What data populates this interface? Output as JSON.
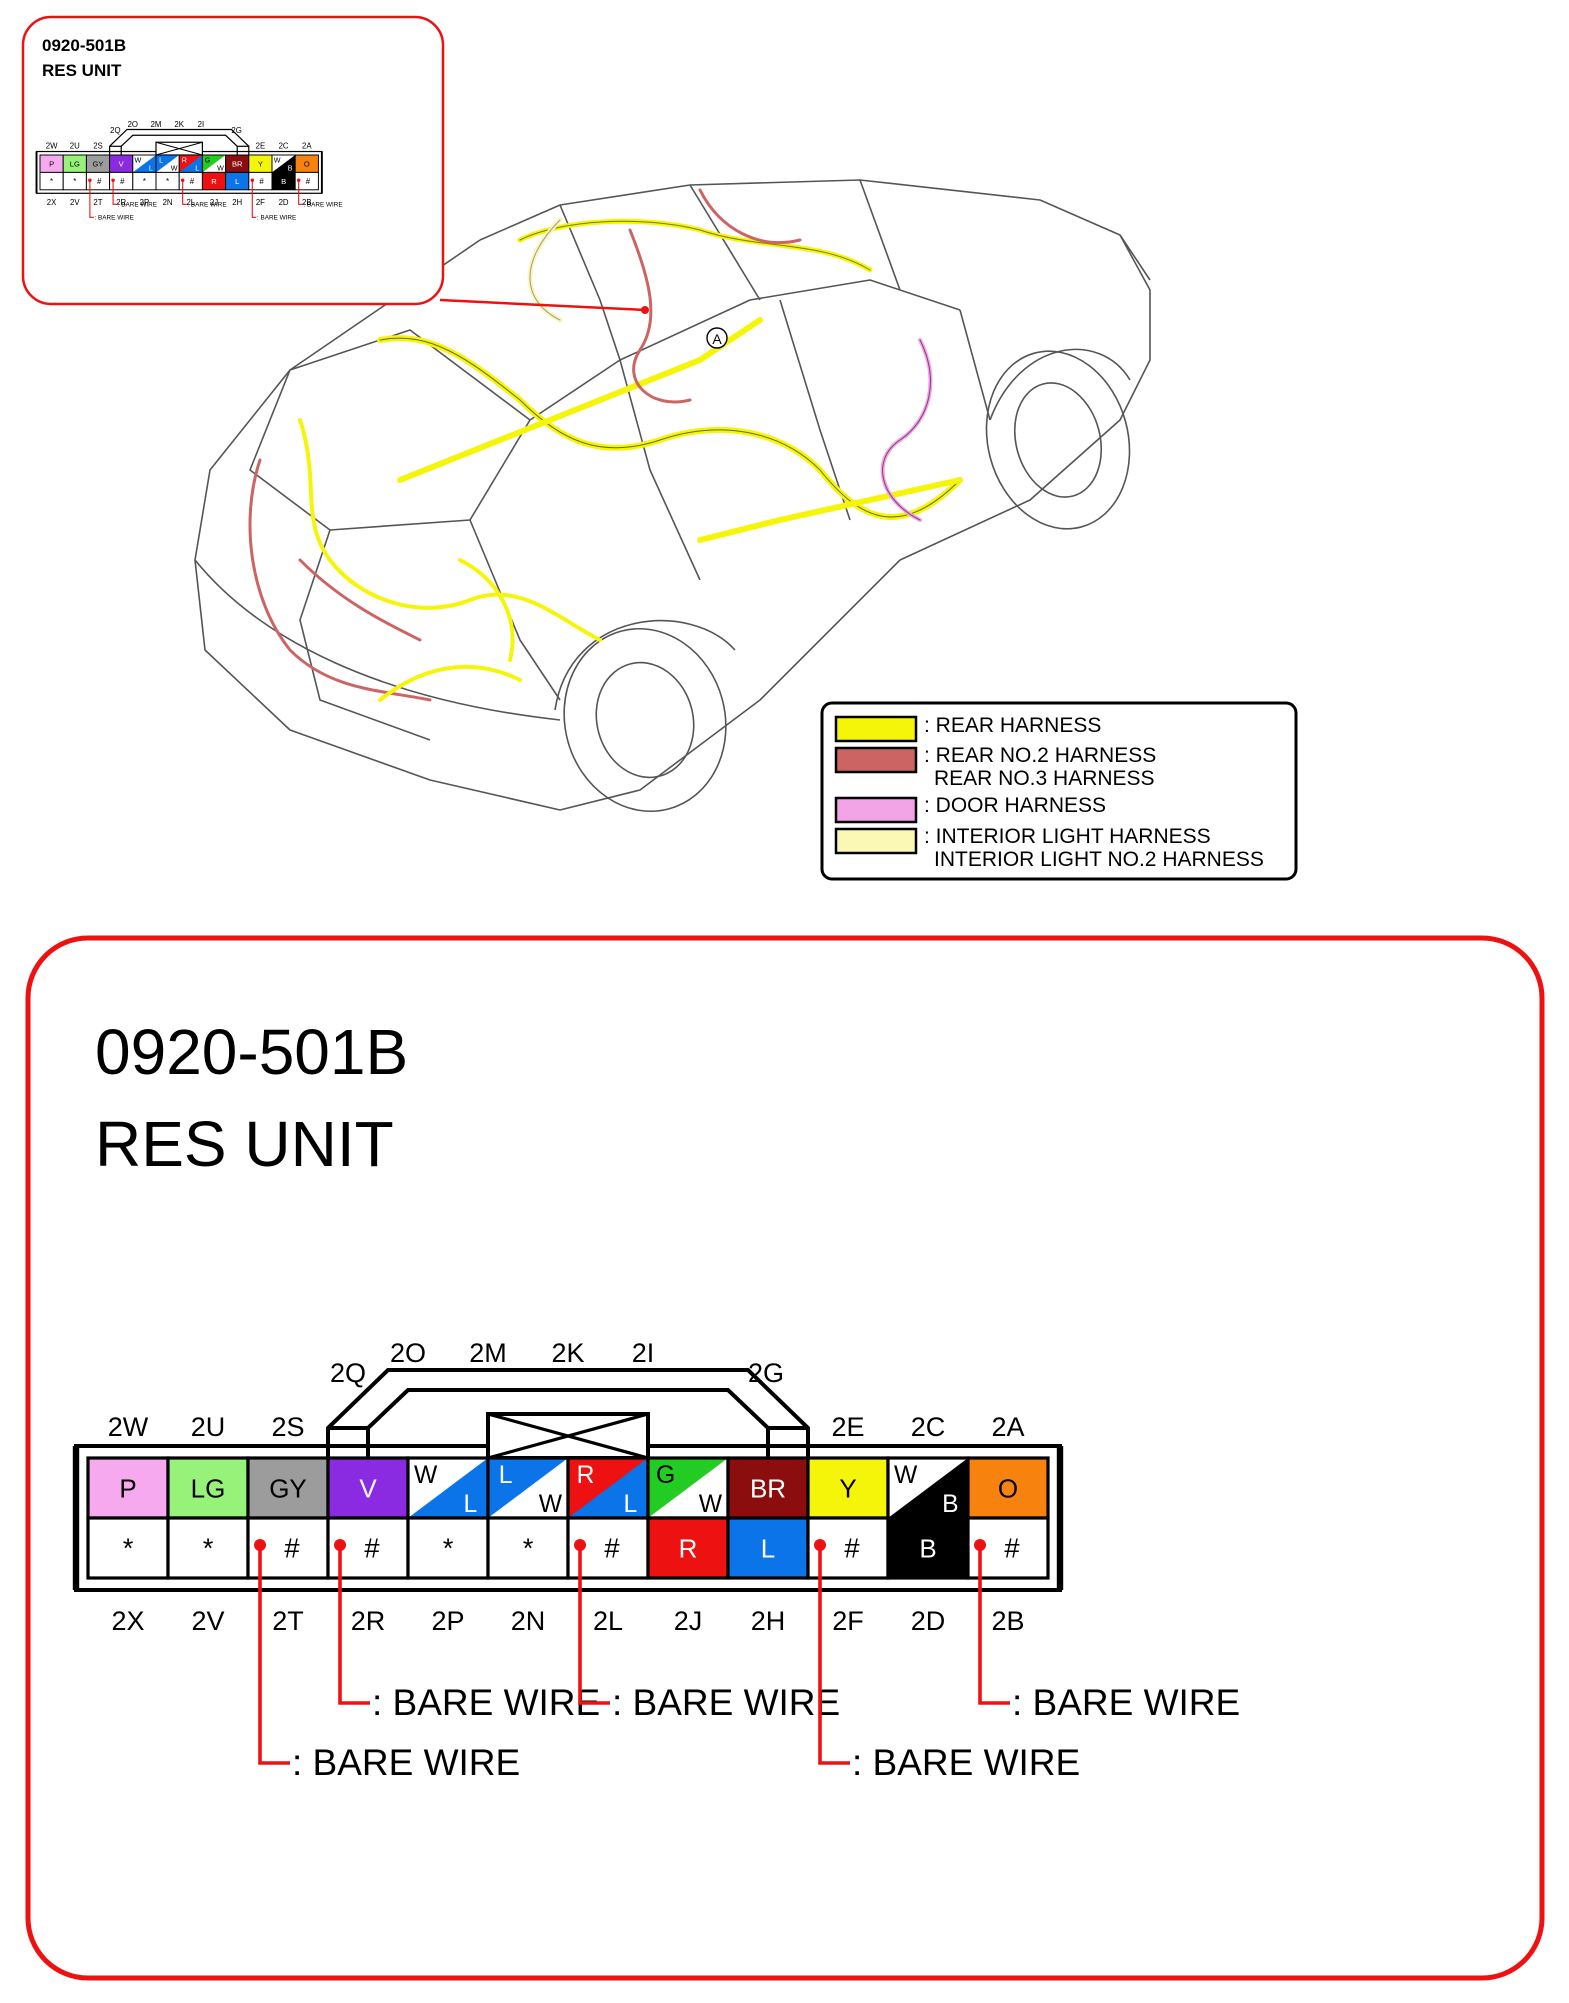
{
  "connector": {
    "code": "0920-501B",
    "name": "RES UNIT",
    "top_pins": [
      {
        "id": "2W",
        "color": "P",
        "fill": "#f7a9f0"
      },
      {
        "id": "2U",
        "color": "LG",
        "fill": "#97f27a"
      },
      {
        "id": "2S",
        "color": "GY",
        "fill": "#9c9c9c"
      },
      {
        "id": "2Q",
        "color": "V",
        "fill": "#8a2be2"
      },
      {
        "id": "2O",
        "tl": "W",
        "br": "L",
        "tlfill": "#ffffff",
        "brfill": "#0a74e8"
      },
      {
        "id": "2M",
        "tl": "L",
        "br": "W",
        "tlfill": "#0a74e8",
        "brfill": "#ffffff"
      },
      {
        "id": "2K",
        "tl": "R",
        "br": "L",
        "tlfill": "#ee1111",
        "brfill": "#0a74e8"
      },
      {
        "id": "2I",
        "tl": "G",
        "br": "W",
        "tlfill": "#22cc22",
        "brfill": "#ffffff"
      },
      {
        "id": "2G",
        "color": "BR",
        "fill": "#8b0d0d"
      },
      {
        "id": "2E",
        "color": "Y",
        "fill": "#f5f50a"
      },
      {
        "id": "2C",
        "tl": "W",
        "br": "B",
        "tlfill": "#ffffff",
        "brfill": "#000000"
      },
      {
        "id": "2A",
        "color": "O",
        "fill": "#f7820e"
      }
    ],
    "bottom_pins": [
      {
        "id": "2X",
        "mark": "*"
      },
      {
        "id": "2V",
        "mark": "*"
      },
      {
        "id": "2T",
        "mark": "#",
        "bare": true
      },
      {
        "id": "2R",
        "mark": "#",
        "bare": true
      },
      {
        "id": "2P",
        "mark": "*"
      },
      {
        "id": "2N",
        "mark": "*"
      },
      {
        "id": "2L",
        "mark": "#",
        "bare": true
      },
      {
        "id": "2J",
        "color": "R",
        "fill": "#ee1111"
      },
      {
        "id": "2H",
        "color": "L",
        "fill": "#0a74e8"
      },
      {
        "id": "2F",
        "mark": "#",
        "bare": true
      },
      {
        "id": "2D",
        "color": "B",
        "fill": "#000000"
      },
      {
        "id": "2B",
        "mark": "#",
        "bare": true
      }
    ],
    "bare_wire_label": ": BARE WIRE"
  },
  "legend": {
    "items": [
      {
        "label": "REAR HARNESS",
        "swatch": "#f5f50a"
      },
      {
        "label": "REAR NO.2 HARNESS",
        "label2": "REAR NO.3 HARNESS",
        "swatch": "#cd6464"
      },
      {
        "label": "DOOR HARNESS",
        "swatch": "#f2a4e6"
      },
      {
        "label": "INTERIOR LIGHT HARNESS",
        "label2": "INTERIOR LIGHT NO.2 HARNESS",
        "swatch": "#fbf7b5"
      }
    ]
  },
  "location_marker": "A",
  "colors": {
    "frame": "#ee1111",
    "bare_wire": "#ee1111"
  }
}
